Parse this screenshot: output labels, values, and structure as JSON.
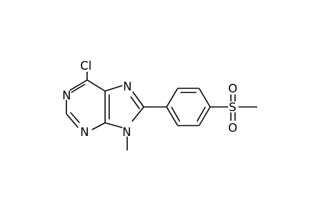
{
  "atoms": {
    "cl": "Cl",
    "n1": "N",
    "n3": "N",
    "n7": "N",
    "n9": "N",
    "s": "S",
    "o_top": "O",
    "o_bottom": "O"
  },
  "colors": {
    "bond": "#000000",
    "label": "#000000",
    "background": "#ffffff"
  }
}
